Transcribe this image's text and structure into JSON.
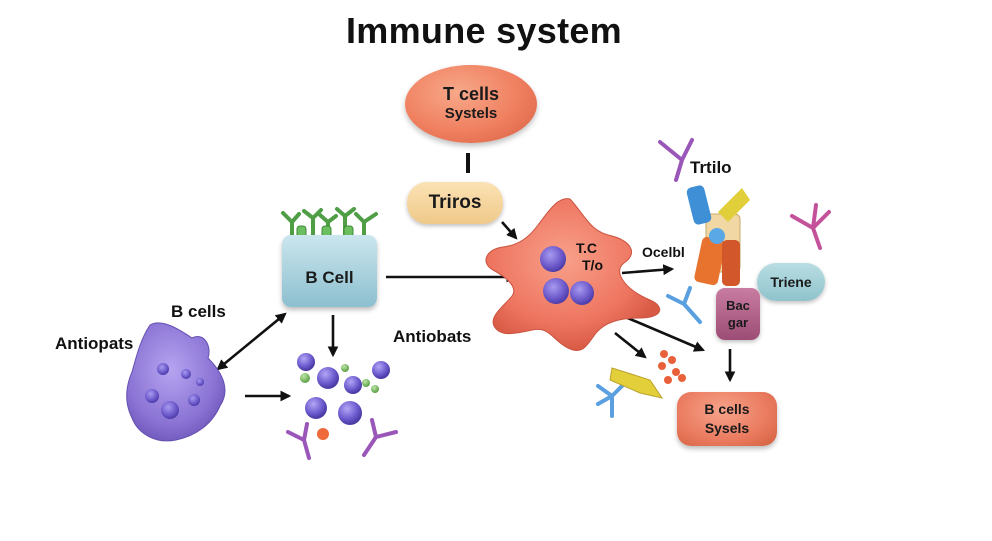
{
  "title": "Immune system",
  "nodes": {
    "t_cells": {
      "line1": "T cells",
      "line2": "Systels"
    },
    "triros": "Triros",
    "b_cell_box": "B Cell",
    "cell_center": {
      "line1": "T.C",
      "line2": "T/o"
    },
    "trtilo": "Trtilo",
    "ocelbl": "Ocelbl",
    "triene": "Triene",
    "bac_gar": {
      "line1": "Bac",
      "line2": "gar"
    },
    "b_cells_sysels": {
      "line1": "B cells",
      "line2": "Sysels"
    }
  },
  "labels": {
    "b_cells": "B cells",
    "antiopats": "Antiopats",
    "antiobats": "Antiobats"
  },
  "colors": {
    "t_cell": "#ef7f5f",
    "macrophage": "#f07a63",
    "nucleus": "#6f5fd0",
    "b_cell_blob": "#8f78d6",
    "receptor": "#5fb35a",
    "antibody_purple": "#9a56b8",
    "antibody_blue": "#5aa0e0",
    "yellow": "#e3cf3a",
    "orange": "#e87a3a",
    "arrow": "#111111"
  },
  "icons": [
    "antibody-icon",
    "receptor-icon",
    "particle-icon"
  ]
}
